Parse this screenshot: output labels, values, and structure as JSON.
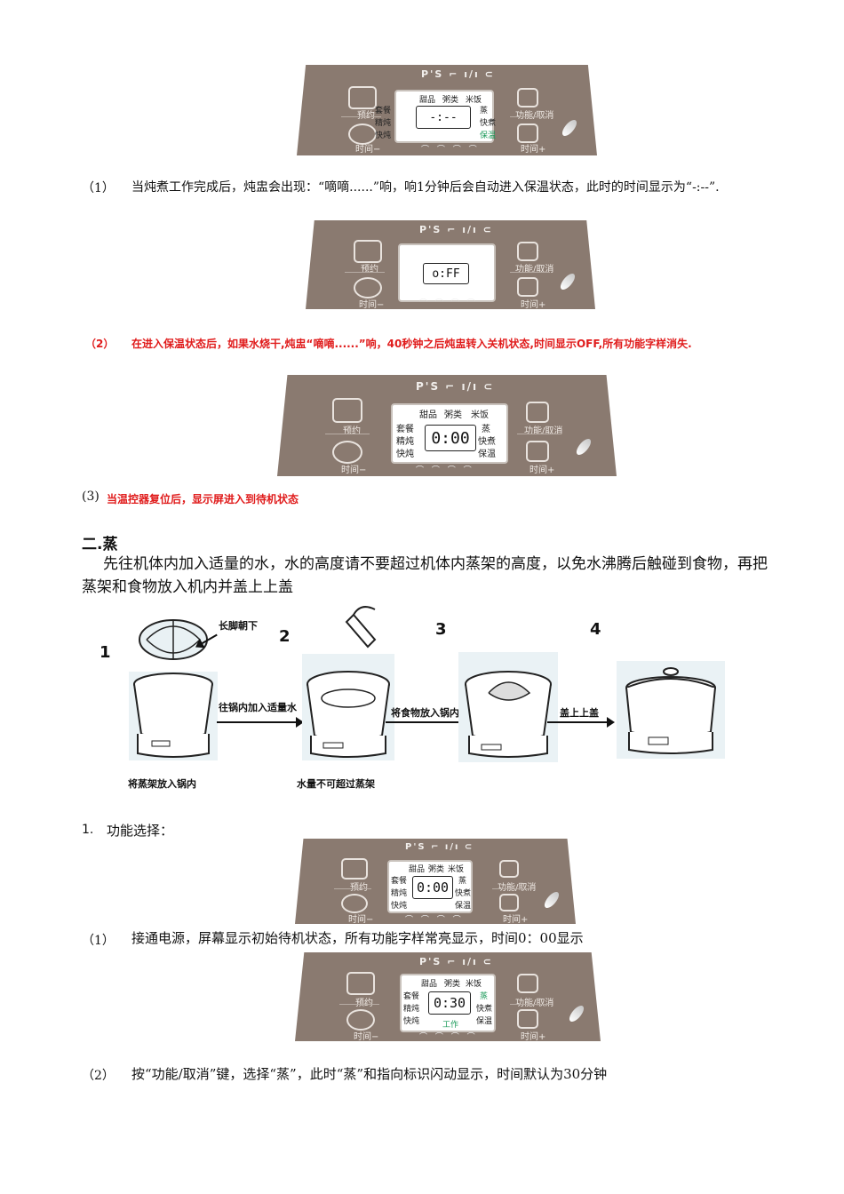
{
  "panel_labels": {
    "brand": "P'S ⌐ ı/ı ⊂",
    "preset": "预约",
    "time_minus": "时间−",
    "function_cancel": "功能/取消",
    "time_plus": "时间+",
    "dessert": "甜品",
    "porridge": "粥类",
    "rice": "米饭",
    "set_meal": "套餐",
    "steam": "蒸",
    "fine_stew": "精炖",
    "quick_cook": "快煮",
    "quick_stew": "快炖",
    "keep_warm": "保温",
    "work": "工作",
    "footer_dots": "⌒ ⌒ ⌒ ⌒"
  },
  "panels": [
    {
      "display": "-:--"
    },
    {
      "display": "o:FF"
    },
    {
      "display": "0:00"
    },
    {
      "display": "0:00"
    },
    {
      "display": "0:30"
    }
  ],
  "paragraphs": {
    "p1_num": "（1）",
    "p1_text": "当炖煮工作完成后，炖盅会出现：“嘀嘀......”响，响1分钟后会自动进入保温状态，此时的时间显示为“-:--”.",
    "p2_num": "（2）",
    "p2_text": "在进入保温状态后，如果水烧干,炖盅“嘀嘀......”响，40秒钟之后炖盅转入关机状态,时间显示OFF,所有功能字样消失.",
    "p3_num": "(3)",
    "p3_text": "当温控器复位后，显示屏进入到待机状态",
    "section_title": "二.蒸",
    "section_intro": "先往机体内加入适量的水，水的高度请不要超过机体内蒸架的高度，以免水沸腾后触碰到食物，再把蒸架和食物放入机内并盖上上盖",
    "list_num": "1.",
    "list_item": "功能选择：",
    "s1_num": "（1）",
    "s1_text": "接通电源，屏幕显示初始待机状态，所有功能字样常亮显示，时间0：00显示",
    "s2_num": "（2）",
    "s2_text": "按“功能/取消”键，选择“蒸”，此时“蒸”和指向标识闪动显示，时间默认为30分钟"
  },
  "illustration": {
    "step1": "1",
    "step2": "2",
    "step3": "3",
    "step4": "4",
    "legs_down": "长脚朝下",
    "add_water": "往锅内加入适量水",
    "put_food": "将食物放入锅内",
    "cover": "盖上上盖",
    "put_rack": "将蒸架放入锅内",
    "water_limit": "水量不可超过蒸架"
  },
  "colors": {
    "panel": "#8a7a70",
    "red_text": "#e01b1b",
    "green_label": "#1c9a5a"
  }
}
